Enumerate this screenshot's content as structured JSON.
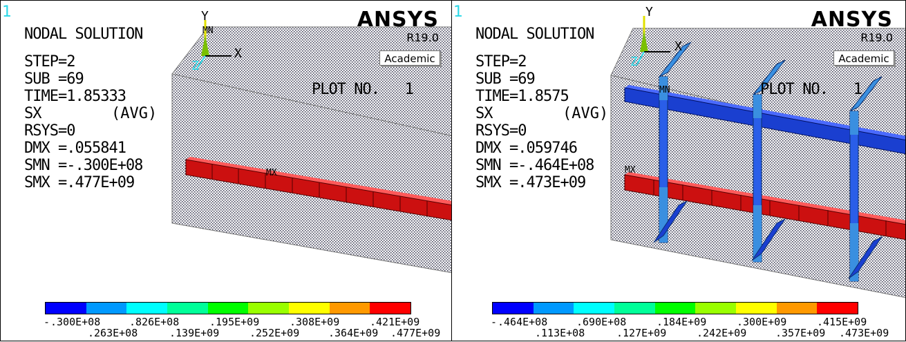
{
  "colors": {
    "contour": [
      "#0000ff",
      "#0099ff",
      "#00ffff",
      "#00ff99",
      "#00ff00",
      "#99ff00",
      "#ffff00",
      "#ff9900",
      "#ff0000"
    ],
    "beam_red": "#cc1010",
    "beam_blue": "#1a3fd0",
    "rebar_light": "#3a8fe0",
    "window_number": "#2ad8e8"
  },
  "icons": [
    "triad-icon"
  ],
  "panels": [
    {
      "window_number": "1",
      "title": "NODAL SOLUTION",
      "step": "STEP=2",
      "sub": "SUB =69",
      "time": "TIME=1.85333",
      "component": "SX",
      "avg": "(AVG)",
      "rsys": "RSYS=0",
      "dmx": "DMX =.055841",
      "smn": "SMN =-.300E+08",
      "smx": "SMX =.477E+09",
      "brand": "ANSYS",
      "release": "R19.0",
      "edition": "Academic",
      "plot_no": "PLOT NO.   1",
      "axis_y": "Y",
      "axis_x": "X",
      "axis_z": "Z",
      "mn_marker": "MN",
      "mx_marker": "MX",
      "legend_top": [
        ".300E+08",
        ".826E+08",
        ".195E+09",
        ".308E+09",
        ".421E+09"
      ],
      "legend_bottom": [
        ".263E+08",
        ".139E+09",
        ".252E+09",
        ".364E+09",
        ".477E+09"
      ],
      "legend_first_prefix": "-"
    },
    {
      "window_number": "1",
      "title": "NODAL SOLUTION",
      "step": "STEP=2",
      "sub": "SUB =69",
      "time": "TIME=1.8575",
      "component": "SX",
      "avg": "(AVG)",
      "rsys": "RSYS=0",
      "dmx": "DMX =.059746",
      "smn": "SMN =-.464E+08",
      "smx": "SMX =.473E+09",
      "brand": "ANSYS",
      "release": "R19.0",
      "edition": "Academic",
      "plot_no": "PLOT NO.   1",
      "axis_y": "Y",
      "axis_x": "X",
      "axis_z": "Z",
      "mn_marker": "MN",
      "mx_marker": "MX",
      "legend_top": [
        ".464E+08",
        ".690E+08",
        ".184E+09",
        ".300E+09",
        ".415E+09"
      ],
      "legend_bottom": [
        ".113E+08",
        ".127E+09",
        ".242E+09",
        ".357E+09",
        ".473E+09"
      ],
      "legend_first_prefix": "-"
    }
  ]
}
